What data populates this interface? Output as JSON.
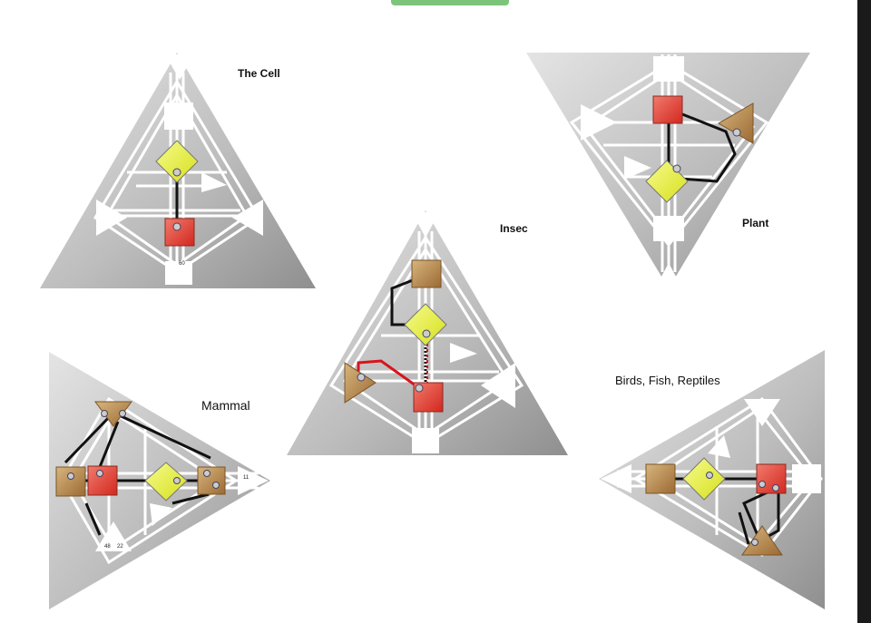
{
  "diagrams": {
    "cell": {
      "label": "The Cell"
    },
    "plant": {
      "label": "Plant"
    },
    "insect": {
      "label": "Insec"
    },
    "mammal": {
      "label": "Mammal"
    },
    "birds": {
      "label": "Birds, Fish, Reptiles"
    }
  },
  "gate_numbers": {
    "cell_bottom": "60",
    "mammal_bottom_left": "48",
    "mammal_bottom_right": "22",
    "mammal_right": "11"
  },
  "colors": {
    "panel_light": "#d8d8d8",
    "panel_dark": "#9a9a9a",
    "channel": "#ffffff",
    "root_red": "#e0413a",
    "g_center_yellow": "#e8f23a",
    "spleen_brown": "#b8864a",
    "active_line": "#111111",
    "insect_red_line": "#d8141c",
    "tab_green": "#7cc47a"
  }
}
